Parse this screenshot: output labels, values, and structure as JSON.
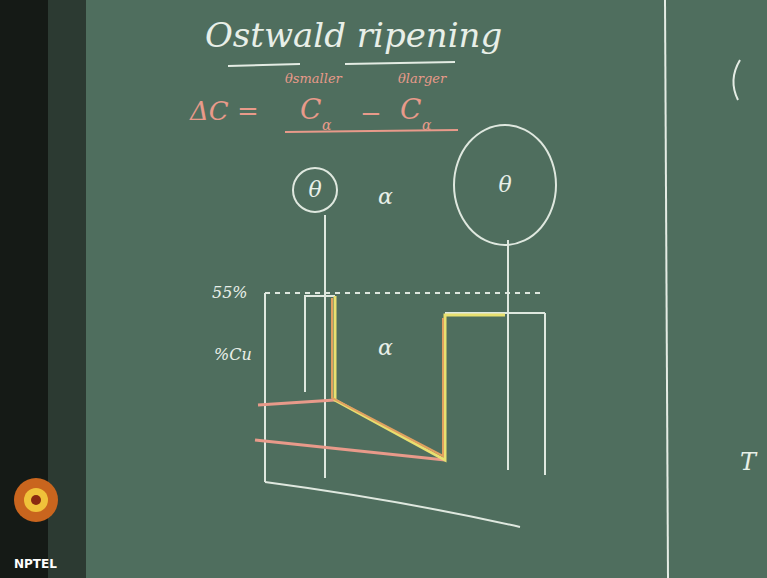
{
  "diagram": {
    "title": "Ostwald ripening",
    "nodes": [
      {
        "text": [
          "θ"
        ]
      },
      {
        "text": [
          "θ"
        ]
      }
    ],
    "labels": [
      "ΔC =",
      "C",
      "α",
      "θsmaller",
      "−",
      "C",
      "α",
      "θlarger",
      "α",
      "55%",
      "%Cu",
      "α",
      "T",
      "NPTEL"
    ]
  }
}
